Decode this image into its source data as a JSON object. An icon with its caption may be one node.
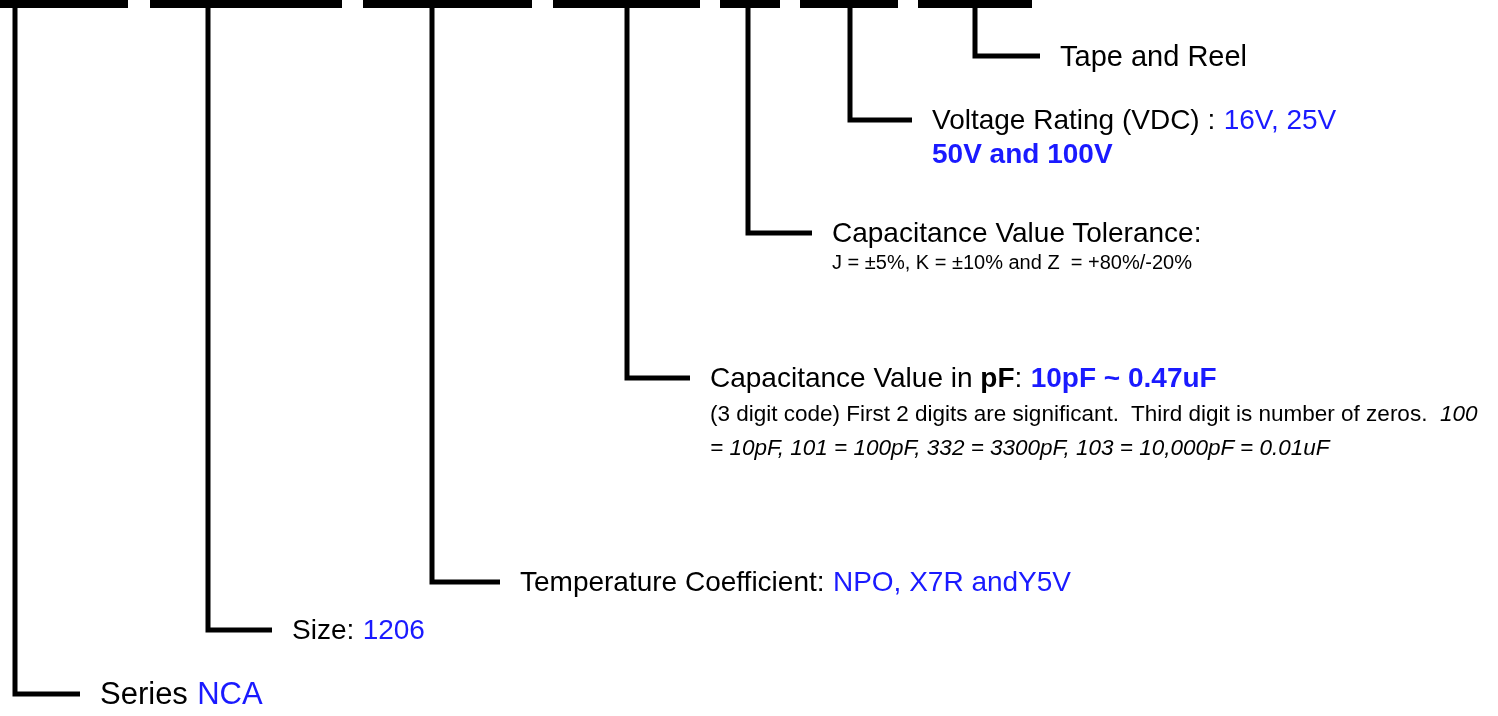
{
  "diagram": {
    "nodes": [
      {
        "text": [],
        "shape": "bar"
      },
      {
        "text": [],
        "shape": "bar"
      },
      {
        "text": [],
        "shape": "bar"
      },
      {
        "text": [],
        "shape": "bar"
      },
      {
        "text": [],
        "shape": "bar"
      },
      {
        "text": [],
        "shape": "bar"
      },
      {
        "text": [],
        "shape": "bar"
      },
      {
        "text": [
          "Tape and Reel"
        ]
      },
      {
        "text": [
          "Voltage Rating (VDC) :",
          "16V, 25V",
          "50V and 100V"
        ]
      },
      {
        "text": [
          "Capacitance Value Tolerance:",
          "J = ±5%, K = ±10% and Z  = +80%/-20%"
        ]
      },
      {
        "text": [
          "Capacitance Value in **pF**:",
          "10pF ~ 0.47uF",
          "(3 digit code) First 2 digits are significant.  Third digit is number of zeros.  *100 = 10pF, 101 = 100pF, 332 = 3300pF, 103 = 10,000pF = 0.01uF*"
        ]
      },
      {
        "text": [
          "Temperature Coefficient:",
          "NPO, X7R andY5V"
        ]
      },
      {
        "text": [
          "Size:",
          "1206"
        ]
      },
      {
        "text": [
          "Series",
          "NCA"
        ]
      }
    ],
    "edges": [
      {
        "from": 0,
        "to": 13,
        "arrow": "none"
      },
      {
        "from": 1,
        "to": 12,
        "arrow": "none"
      },
      {
        "from": 2,
        "to": 11,
        "arrow": "none"
      },
      {
        "from": 3,
        "to": 10,
        "arrow": "none"
      },
      {
        "from": 4,
        "to": 9,
        "arrow": "none"
      },
      {
        "from": 5,
        "to": 8,
        "arrow": "none"
      },
      {
        "from": 6,
        "to": 7,
        "arrow": "none"
      }
    ]
  }
}
